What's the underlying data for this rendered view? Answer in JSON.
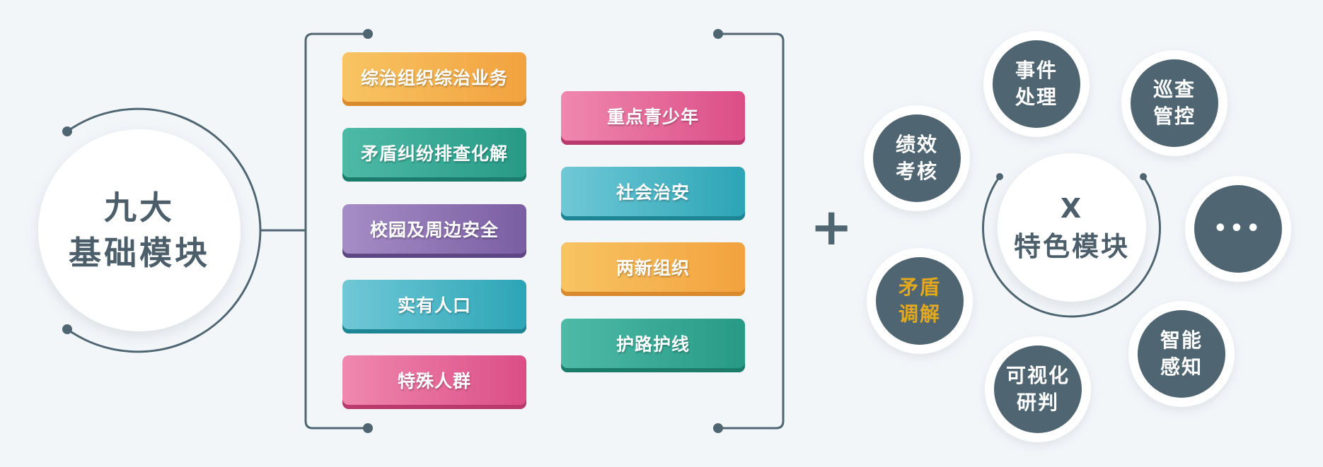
{
  "left_hub": {
    "line1": "九大",
    "line2": "基础模块"
  },
  "basic_modules_col1": [
    "综治组织综治业务",
    "矛盾纠纷排查化解",
    "校园及周边安全",
    "实有人口",
    "特殊人群"
  ],
  "basic_modules_col2": [
    "重点青少年",
    "社会治安",
    "两新组织",
    "护路护线"
  ],
  "plus_symbol": "+",
  "right_hub": {
    "line1": "X",
    "line2": "特色模块"
  },
  "feature_modules": [
    {
      "line1": "事件",
      "line2": "处理"
    },
    {
      "line1": "巡查",
      "line2": "管控"
    },
    {
      "line1": "绩效",
      "line2": "考核"
    },
    {
      "line1": "•••",
      "line2": ""
    },
    {
      "line1": "矛盾",
      "line2": "调解"
    },
    {
      "line1": "智能",
      "line2": "感知"
    },
    {
      "line1": "可视化",
      "line2": "研判"
    }
  ],
  "colors": {
    "slate": "#4f6672",
    "highlight_text": "#e3a91e",
    "background": "#f3f6f9"
  }
}
